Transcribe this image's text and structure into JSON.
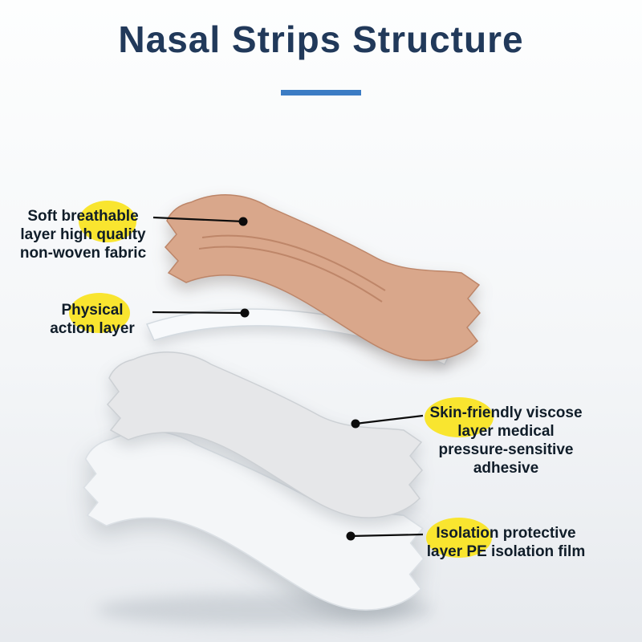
{
  "page": {
    "title": "Nasal Strips Structure",
    "title_color": "#21395a",
    "accent_color": "#3b7cc4",
    "highlight_color": "#f9e52f",
    "background_top": "#fdfefe",
    "background_bottom": "#e7eaee"
  },
  "callouts": [
    {
      "id": "soft-breathable-fabric",
      "lines": [
        "Soft breathable",
        "layer high quality",
        "non-woven fabric"
      ]
    },
    {
      "id": "physical-action",
      "lines": [
        "Physical",
        "action layer"
      ]
    },
    {
      "id": "skin-friendly-adhesive",
      "lines": [
        "Skin-friendly viscose",
        "layer medical",
        "pressure-sensitive",
        "adhesive"
      ]
    },
    {
      "id": "isolation-protective",
      "lines": [
        "Isolation protective",
        "layer PE isolation film"
      ]
    }
  ],
  "layers": [
    {
      "name": "soft-breathable-nonwoven-fabric-layer",
      "color": "#d9a78b",
      "edge": "#bd8568"
    },
    {
      "name": "physical-action-layer",
      "color": "#f7f9fb",
      "edge": "#d3dae0"
    },
    {
      "name": "skin-friendly-adhesive-layer",
      "color": "#e6e7e9",
      "edge": "#ccd0d4"
    },
    {
      "name": "pe-isolation-film-layer",
      "color": "#f4f6f8",
      "edge": "#dbe0e5"
    }
  ]
}
